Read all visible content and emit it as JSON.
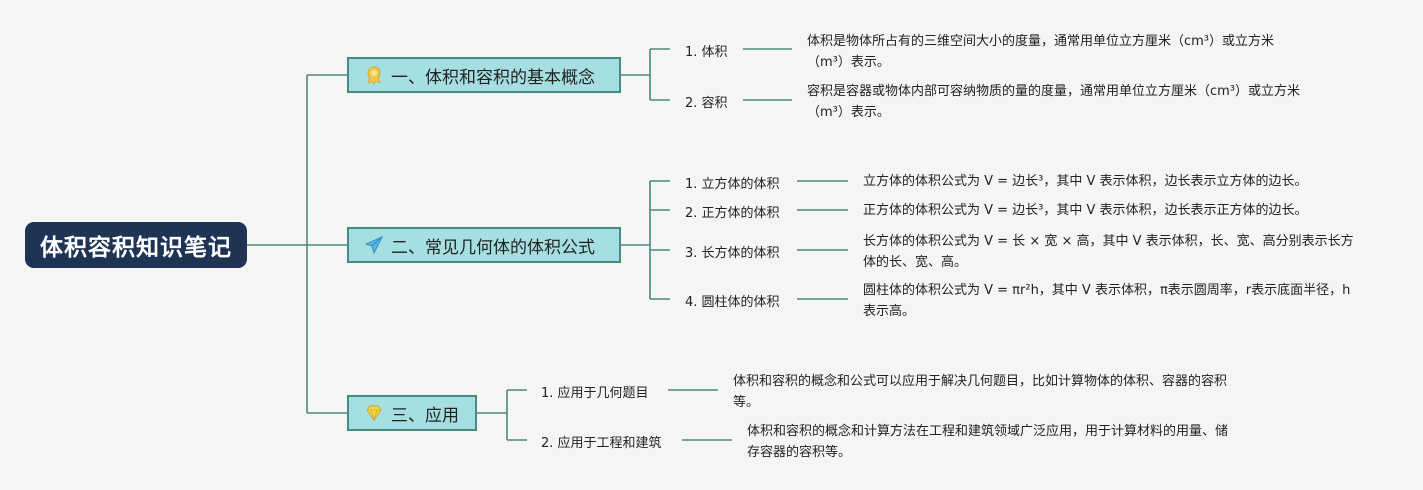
{
  "root": {
    "title": "体积容积知识笔记"
  },
  "branches": [
    {
      "title": "一、体积和容积的基本概念",
      "icon": "award-icon",
      "items": [
        {
          "label": "1. 体积",
          "text": "体积是物体所占有的三维空间大小的度量，通常用单位立方厘米（cm³）或立方米（m³）表示。"
        },
        {
          "label": "2. 容积",
          "text": "容积是容器或物体内部可容纳物质的量的度量，通常用单位立方厘米（cm³）或立方米（m³）表示。"
        }
      ]
    },
    {
      "title": "二、常见几何体的体积公式",
      "icon": "paper-plane-icon",
      "items": [
        {
          "label": "1. 立方体的体积",
          "text": "立方体的体积公式为 V = 边长³，其中 V 表示体积，边长表示立方体的边长。"
        },
        {
          "label": "2. 正方体的体积",
          "text": "正方体的体积公式为 V = 边长³，其中 V 表示体积，边长表示正方体的边长。"
        },
        {
          "label": "3. 长方体的体积",
          "text": "长方体的体积公式为 V = 长 × 宽 × 高，其中 V 表示体积，长、宽、高分别表示长方体的长、宽、高。"
        },
        {
          "label": "4. 圆柱体的体积",
          "text": "圆柱体的体积公式为 V = πr²h，其中 V 表示体积，π表示圆周率，r表示底面半径，h表示高。"
        }
      ]
    },
    {
      "title": "三、应用",
      "icon": "diamond-icon",
      "items": [
        {
          "label": "1. 应用于几何题目",
          "text": "体积和容积的概念和公式可以应用于解决几何题目，比如计算物体的体积、容器的容积等。"
        },
        {
          "label": "2. 应用于工程和建筑",
          "text": "体积和容积的概念和计算方法在工程和建筑领域广泛应用，用于计算材料的用量、储存容器的容积等。"
        }
      ]
    }
  ],
  "colors": {
    "root_bg": "#1f3355",
    "branch_bg": "#a6dfe1",
    "line": "#4a8a7f"
  }
}
